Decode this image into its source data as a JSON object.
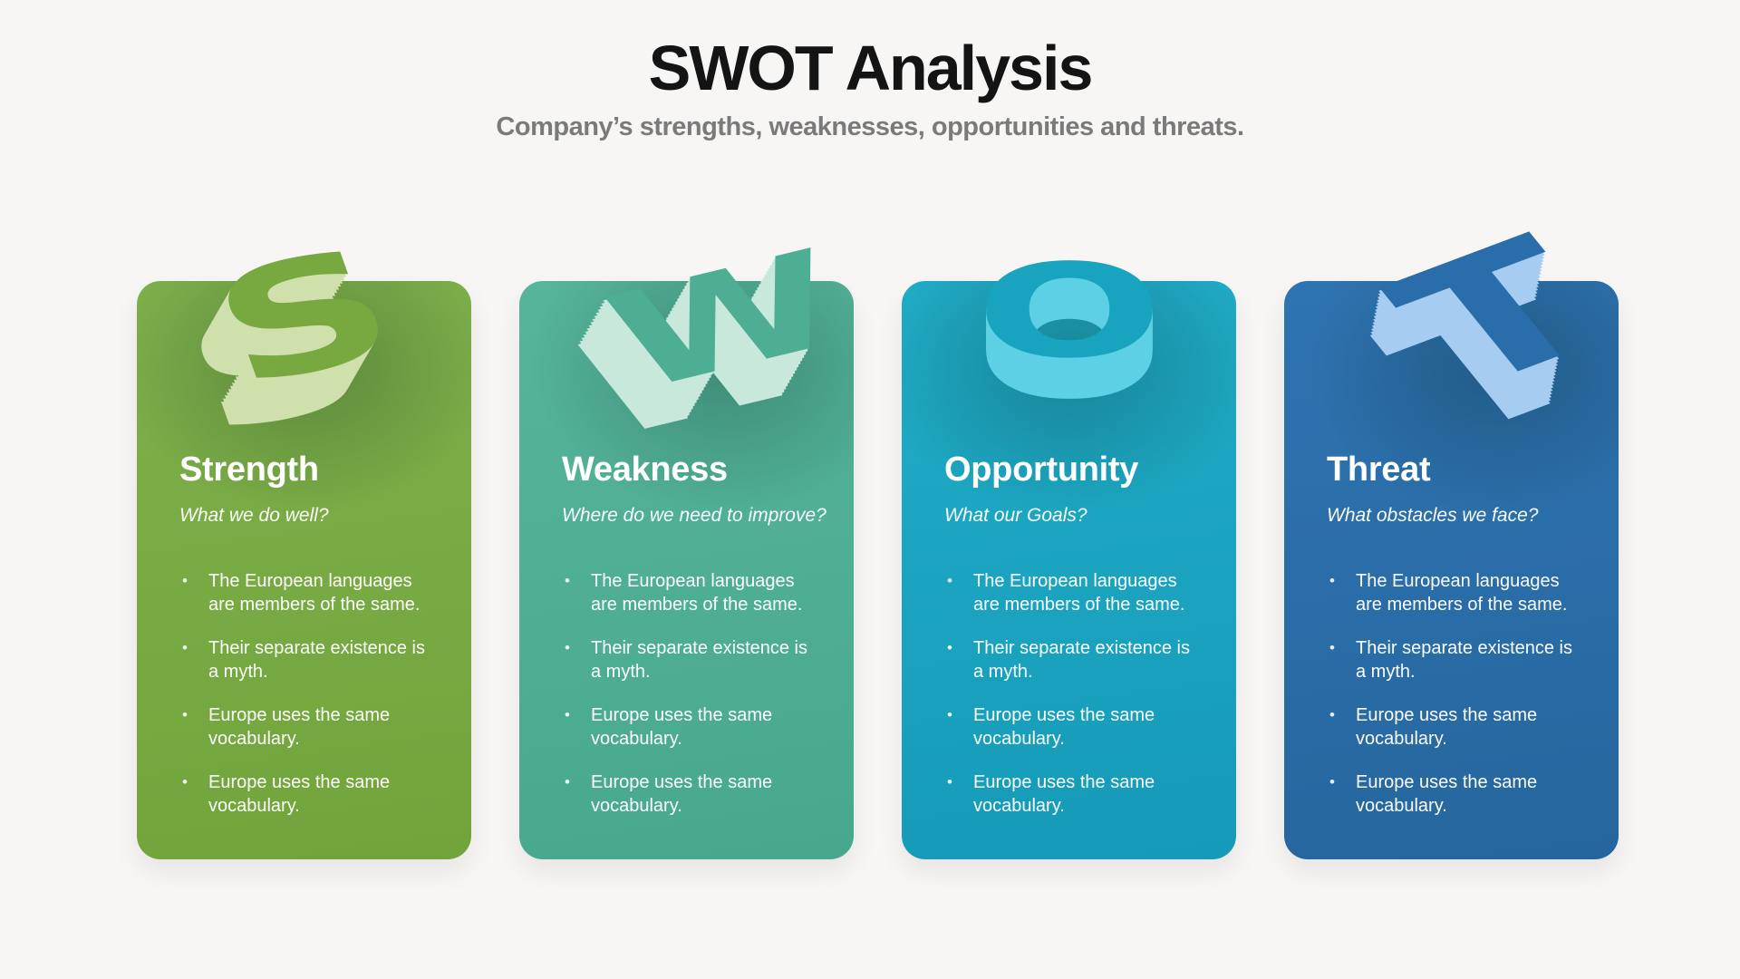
{
  "page": {
    "background": "#f7f6f5"
  },
  "header": {
    "title": "SWOT Analysis",
    "subtitle": "Company’s strengths, weaknesses, opportunities and threats.",
    "title_color": "#141414",
    "subtitle_color": "#7a7a7a"
  },
  "bullet_char": "•",
  "cards": [
    {
      "id": "strength",
      "icon": {
        "letter": "S",
        "name": "letter-s-3d-icon"
      },
      "title": "Strength",
      "subtitle": "What we do well?",
      "colors": {
        "bg_top": "#7fb14c",
        "bg_bottom": "#72a43c",
        "letter_face": "#77a940",
        "letter_side": "#cfe0ad"
      },
      "bullets": [
        "The European languages are members of the same.",
        "Their separate existence is a myth.",
        "Europe uses the same vocabulary.",
        "Europe uses the same vocabulary."
      ]
    },
    {
      "id": "weakness",
      "icon": {
        "letter": "W",
        "name": "letter-w-3d-icon"
      },
      "title": "Weakness",
      "subtitle": "Where do we need to improve?",
      "colors": {
        "bg_top": "#56b59b",
        "bg_bottom": "#48a88e",
        "letter_face": "#4dae93",
        "letter_side": "#c9e8dc"
      },
      "bullets": [
        "The European languages are members of the same.",
        "Their separate existence is a myth.",
        "Europe uses the same vocabulary.",
        "Europe uses the same vocabulary."
      ]
    },
    {
      "id": "opportunity",
      "icon": {
        "letter": "O",
        "name": "letter-o-3d-icon"
      },
      "title": "Opportunity",
      "subtitle": "What our Goals?",
      "colors": {
        "bg_top": "#21adc8",
        "bg_bottom": "#159ab7",
        "letter_face": "#18a3bf",
        "letter_side": "#5dd0e5"
      },
      "bullets": [
        "The European languages are members of the same.",
        "Their separate existence is a myth.",
        "Europe uses the same vocabulary.",
        "Europe uses the same vocabulary."
      ]
    },
    {
      "id": "threat",
      "icon": {
        "letter": "T",
        "name": "letter-t-3d-icon"
      },
      "title": "Threat",
      "subtitle": "What obstacles we face?",
      "colors": {
        "bg_top": "#2e74b2",
        "bg_bottom": "#26669e",
        "letter_face": "#2a6dab",
        "letter_side": "#a6cdf1"
      },
      "bullets": [
        "The European languages are members of the same.",
        "Their separate existence is a myth.",
        "Europe uses the same vocabulary.",
        "Europe uses the same vocabulary."
      ]
    }
  ]
}
